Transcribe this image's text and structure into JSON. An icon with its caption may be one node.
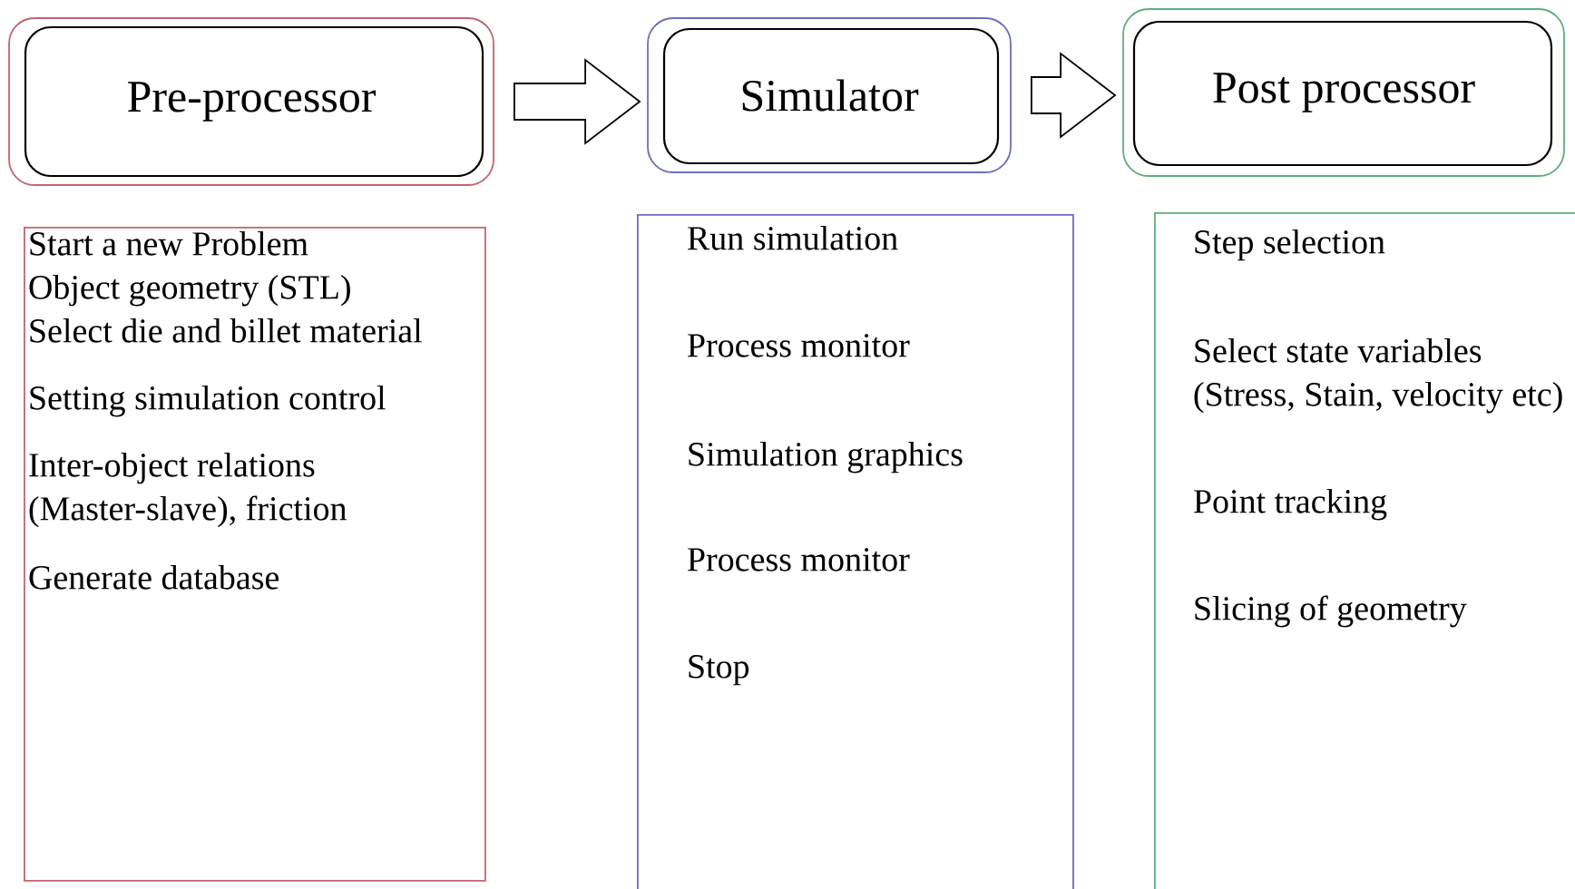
{
  "diagram": {
    "nodes": [
      {
        "text": [
          "Pre-processor"
        ]
      },
      {
        "text": [
          "Simulator"
        ]
      },
      {
        "text": [
          "Post processor"
        ]
      },
      {
        "text": [
          "Start a new Problem",
          "Object geometry (STL)",
          "Select die and billet material",
          "Setting simulation control",
          "Inter-object relations (Master-slave), friction",
          "Generate database"
        ]
      },
      {
        "text": [
          "Run simulation",
          "Process monitor",
          "Simulation graphics",
          "Process monitor",
          "Stop"
        ]
      },
      {
        "text": [
          "Step selection",
          "Select state variables (Stress, Stain, velocity etc)",
          "Point tracking",
          "Slicing of geometry"
        ]
      }
    ],
    "edges": [
      {
        "from": 0,
        "to": 1,
        "arrow": "to"
      },
      {
        "from": 1,
        "to": 2,
        "arrow": "to"
      }
    ]
  }
}
